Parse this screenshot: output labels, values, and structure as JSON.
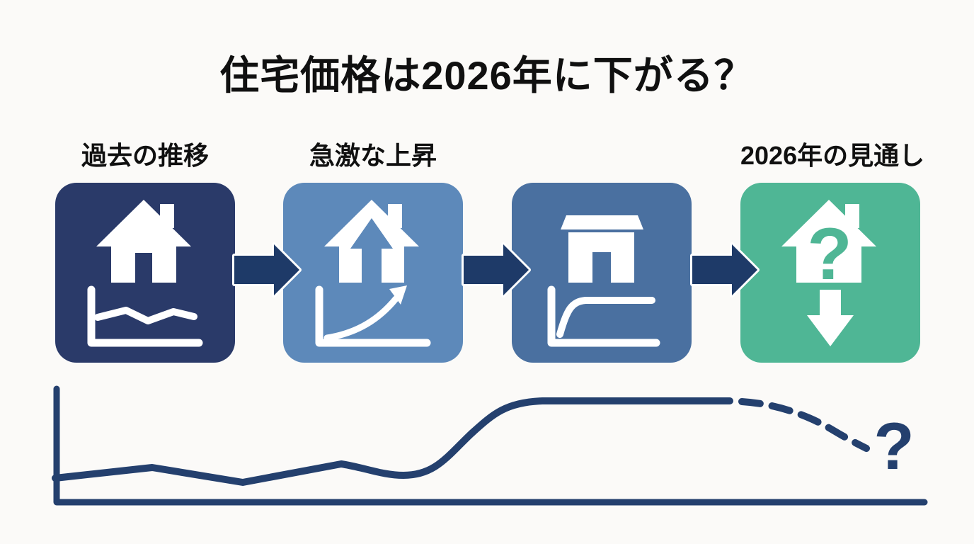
{
  "title": "住宅価格は2026年に下がる？",
  "question_mark": "?",
  "steps": [
    {
      "label": "過去の推移",
      "color": "#2A3A69",
      "icon": "house-with-flat-trend-chart"
    },
    {
      "label": "急激な上昇",
      "color": "#5D89BA",
      "icon": "house-up-arrow-with-rising-chart"
    },
    {
      "label": "",
      "color": "#4A70A0",
      "icon": "building-with-plateau-chart"
    },
    {
      "label": "2026年の見通し",
      "color": "#4FB695",
      "icon": "house-question-with-down-arrow"
    }
  ],
  "colors": {
    "background": "#fbfaf8",
    "text": "#101010",
    "arrow": "#1e3a68",
    "line": "#24406e"
  }
}
